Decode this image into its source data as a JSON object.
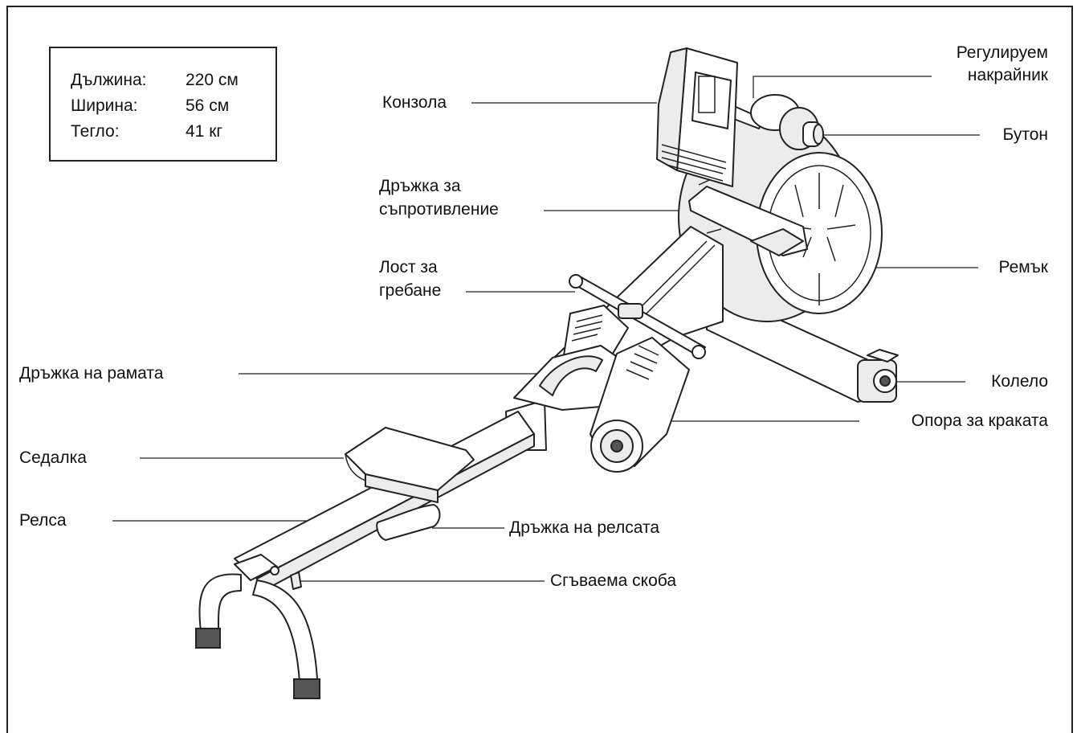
{
  "specs": [
    {
      "label": "Дължина:",
      "value": "220 см"
    },
    {
      "label": "Ширина:",
      "value": "56 см"
    },
    {
      "label": "Тегло:",
      "value": "41 кг"
    }
  ],
  "labels": {
    "console": "Конзола",
    "adjustable_cap_1": "Регулируем",
    "adjustable_cap_2": "накрайник",
    "knob": "Бутон",
    "resistance_handle_1": "Дръжка за",
    "resistance_handle_2": "съпротивление",
    "belt": "Ремък",
    "row_bar_1": "Лост за",
    "row_bar_2": "гребане",
    "frame_handle": "Дръжка на рамата",
    "wheel": "Колело",
    "foot_support": "Опора за краката",
    "seat": "Седалка",
    "rail": "Релса",
    "rail_handle": "Дръжка на релсата",
    "folding_bracket": "Сгъваема скоба"
  }
}
